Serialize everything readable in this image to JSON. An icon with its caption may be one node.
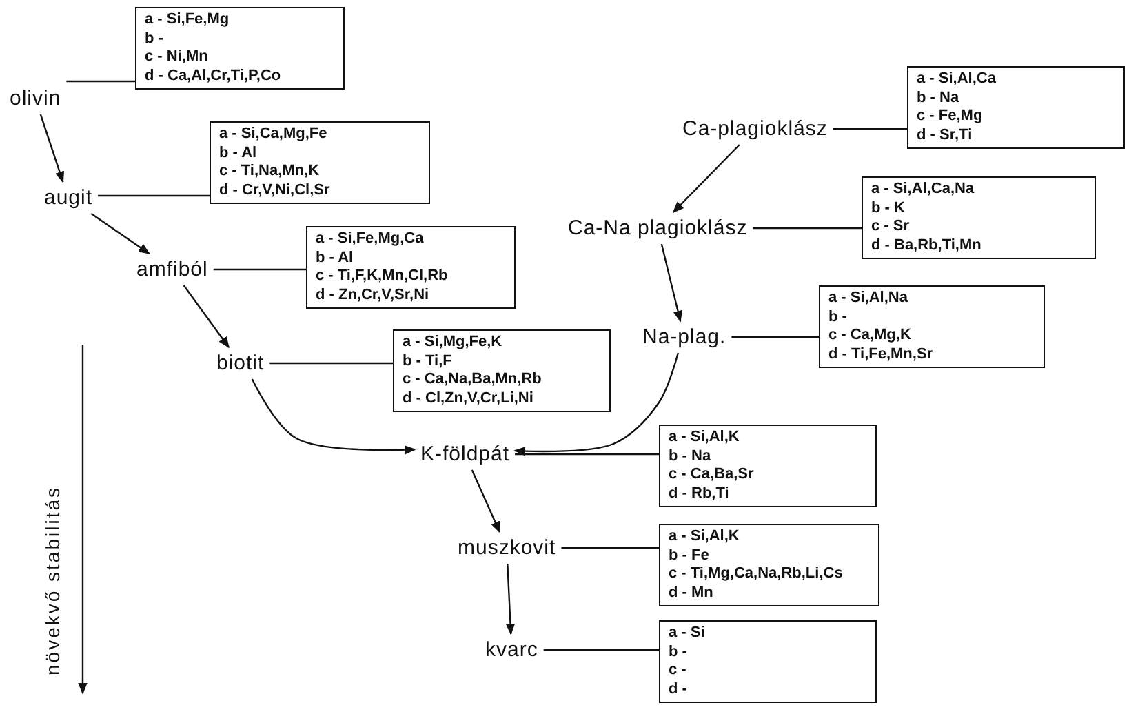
{
  "diagram": {
    "nodes": [
      {
        "text": [
          "olivin"
        ]
      },
      {
        "text": [
          "a - Si,Fe,Mg",
          "b -",
          "c - Ni,Mn",
          "d - Ca,Al,Cr,Ti,P,Co"
        ]
      },
      {
        "text": [
          "augit"
        ]
      },
      {
        "text": [
          "a - Si,Ca,Mg,Fe",
          "b - Al",
          "c - Ti,Na,Mn,K",
          "d - Cr,V,Ni,Cl,Sr"
        ]
      },
      {
        "text": [
          "amfiból"
        ]
      },
      {
        "text": [
          "a - Si,Fe,Mg,Ca",
          "b - Al",
          "c - Ti,F,K,Mn,Cl,Rb",
          "d - Zn,Cr,V,Sr,Ni"
        ]
      },
      {
        "text": [
          "biotit"
        ]
      },
      {
        "text": [
          "a - Si,Mg,Fe,K",
          "b - Ti,F",
          "c - Ca,Na,Ba,Mn,Rb",
          "d - Cl,Zn,V,Cr,Li,Ni"
        ]
      },
      {
        "text": [
          "Ca-plagioklász"
        ]
      },
      {
        "text": [
          "a - Si,Al,Ca",
          "b - Na",
          "c - Fe,Mg",
          "d - Sr,Ti"
        ]
      },
      {
        "text": [
          "Ca-Na plagioklász"
        ]
      },
      {
        "text": [
          "a - Si,Al,Ca,Na",
          "b - K",
          "c - Sr",
          "d - Ba,Rb,Ti,Mn"
        ]
      },
      {
        "text": [
          "Na-plag."
        ]
      },
      {
        "text": [
          "a - Si,Al,Na",
          "b -",
          "c - Ca,Mg,K",
          "d - Ti,Fe,Mn,Sr"
        ]
      },
      {
        "text": [
          "K-földpát"
        ]
      },
      {
        "text": [
          "a - Si,Al,K",
          "b - Na",
          "c - Ca,Ba,Sr",
          "d - Rb,Ti"
        ]
      },
      {
        "text": [
          "muszkovit"
        ]
      },
      {
        "text": [
          "a - Si,Al,K",
          "b - Fe",
          "c - Ti,Mg,Ca,Na,Rb,Li,Cs",
          "d - Mn"
        ]
      },
      {
        "text": [
          "kvarc"
        ]
      },
      {
        "text": [
          "a - Si",
          "b -",
          "c -",
          "d -"
        ]
      }
    ],
    "edges": [
      {
        "from": 0,
        "to": 2,
        "arrow": "to"
      },
      {
        "from": 2,
        "to": 4,
        "arrow": "to"
      },
      {
        "from": 4,
        "to": 6,
        "arrow": "to"
      },
      {
        "from": 6,
        "to": 14,
        "arrow": "to"
      },
      {
        "from": 8,
        "to": 10,
        "arrow": "to"
      },
      {
        "from": 10,
        "to": 12,
        "arrow": "to"
      },
      {
        "from": 12,
        "to": 14,
        "arrow": "to"
      },
      {
        "from": 14,
        "to": 16,
        "arrow": "to"
      },
      {
        "from": 16,
        "to": 18,
        "arrow": "to"
      },
      {
        "from": 0,
        "to": 1,
        "arrow": "none"
      },
      {
        "from": 2,
        "to": 3,
        "arrow": "none"
      },
      {
        "from": 4,
        "to": 5,
        "arrow": "none"
      },
      {
        "from": 6,
        "to": 7,
        "arrow": "none"
      },
      {
        "from": 8,
        "to": 9,
        "arrow": "none"
      },
      {
        "from": 10,
        "to": 11,
        "arrow": "none"
      },
      {
        "from": 12,
        "to": 13,
        "arrow": "none"
      },
      {
        "from": 14,
        "to": 15,
        "arrow": "none"
      },
      {
        "from": 16,
        "to": 17,
        "arrow": "none"
      },
      {
        "from": 18,
        "to": 19,
        "arrow": "none"
      }
    ],
    "labels": [
      "növekvő stabilitás"
    ]
  }
}
